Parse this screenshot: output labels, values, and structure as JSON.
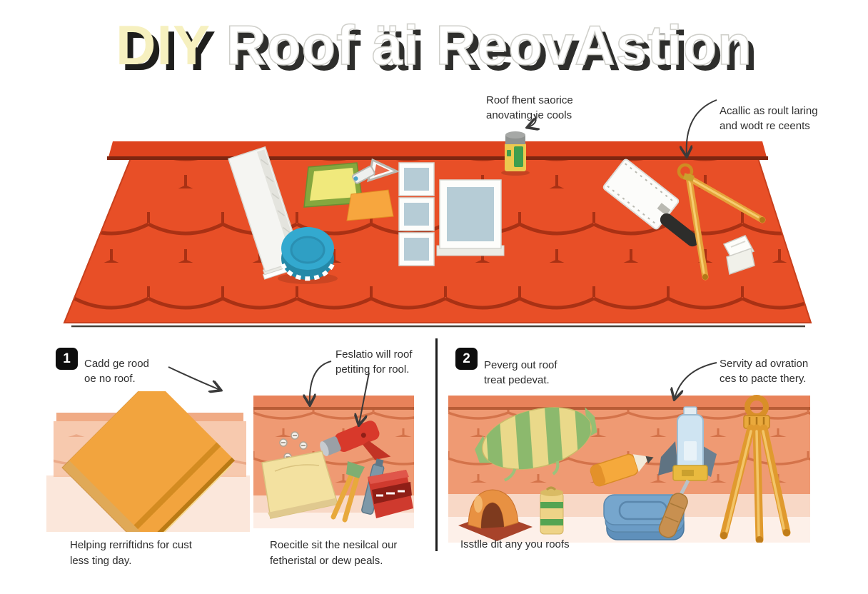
{
  "title": {
    "diy": "DIY",
    "main": "Roof äi ReovAstion"
  },
  "hero": {
    "annotation_left": {
      "line1": "Roof fhent saorice",
      "line2": "anovating ie cools"
    },
    "annotation_right": {
      "line1": "Acallic as roult laring",
      "line2": "and wodt re ceents"
    },
    "items": [
      "spray-can",
      "white-plank-stack",
      "notes-box",
      "tape-roll",
      "caulk-gun",
      "sticky-note",
      "skylight-frames",
      "window-frame",
      "plaster-trowel",
      "marking-poles",
      "roof-bracket"
    ]
  },
  "steps": {
    "one": {
      "number": "1",
      "heading": {
        "line1": "Cadd ge rood",
        "line2": "oe no roof."
      },
      "annotation": {
        "line1": "Feslatio will roof",
        "line2": "petiting for rool."
      },
      "caption_a": {
        "line1": "Helping rerriftidns for cust",
        "line2": "less ting day."
      },
      "caption_b": {
        "line1": "Roecitle sit the nesilcal our",
        "line2": "fetheristal or dew peals."
      },
      "items": [
        "orange-roof-boards",
        "screws",
        "red-drill",
        "sandpaper-pack",
        "pliers",
        "chisel",
        "nail-box"
      ]
    },
    "two": {
      "number": "2",
      "heading": {
        "line1": "Peverg out roof",
        "line2": "treat pedevat."
      },
      "annotation": {
        "line1": "Servity ad ovration",
        "line2": "ces to pacte thery."
      },
      "caption": {
        "line1": "Isstlle dit any you roofs"
      },
      "items": [
        "striped-bundle",
        "crayon",
        "ridge-tile-block",
        "striped-can",
        "blue-pads",
        "sprayer-bottle-tool",
        "tripod"
      ]
    }
  },
  "colors": {
    "roof_red": "#e84f27",
    "roof_red_shadow": "#a93114",
    "ridge_red": "#de431e",
    "roof_salmon": "#ef9a73",
    "roof_salmon_line": "#d4734a",
    "title_yellow": "#f6f0bf",
    "badge_black": "#0d0d0d"
  }
}
